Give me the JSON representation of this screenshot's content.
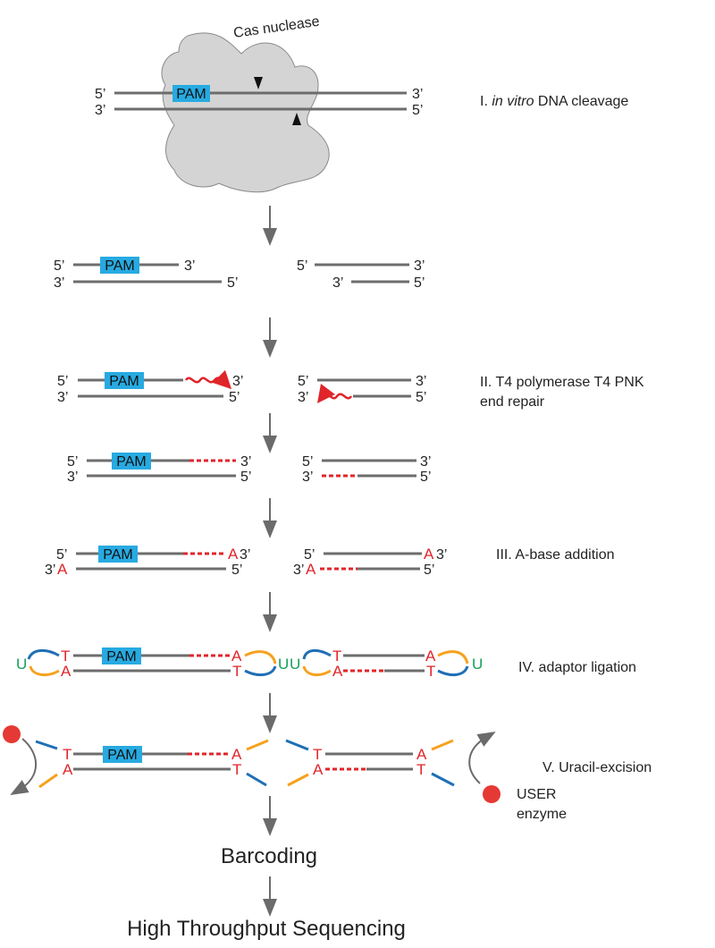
{
  "nuclease_label": "Cas nuclease",
  "pam_label": "PAM",
  "five_prime": "5’",
  "three_prime": "3’",
  "steps": {
    "step1_prefix": "I. ",
    "step1_italic": "in vitro",
    "step1_suffix": " DNA cleavage",
    "step2_line1": "II. T4 polymerase  T4 PNK",
    "step2_line2": "end repair",
    "step3": "III. A-base addition",
    "step4": "IV. adaptor ligation",
    "step5": "V. Uracil-excision"
  },
  "user_enzyme_line1": "USER",
  "user_enzyme_line2": "enzyme",
  "bases": {
    "A": "A",
    "T": "T",
    "U": "U"
  },
  "barcoding": "Barcoding",
  "sequencing": "High Throughput Sequencing",
  "colors": {
    "strand": "#6d6d6d",
    "pam_fill": "#27aae1",
    "nuclease_fill": "#d4d4d4",
    "repair_red": "#e0252b",
    "adaptor_blue": "#1f6fb5",
    "adaptor_orange": "#f5a21e",
    "uracil_green": "#13a05a",
    "enzyme_red": "#e53935",
    "arrow_gray": "#6b6b6b"
  },
  "icons": [
    "down-arrow-icon",
    "wavy-arrow-icon",
    "curved-arrow-icon",
    "cleavage-triangle-icon"
  ]
}
